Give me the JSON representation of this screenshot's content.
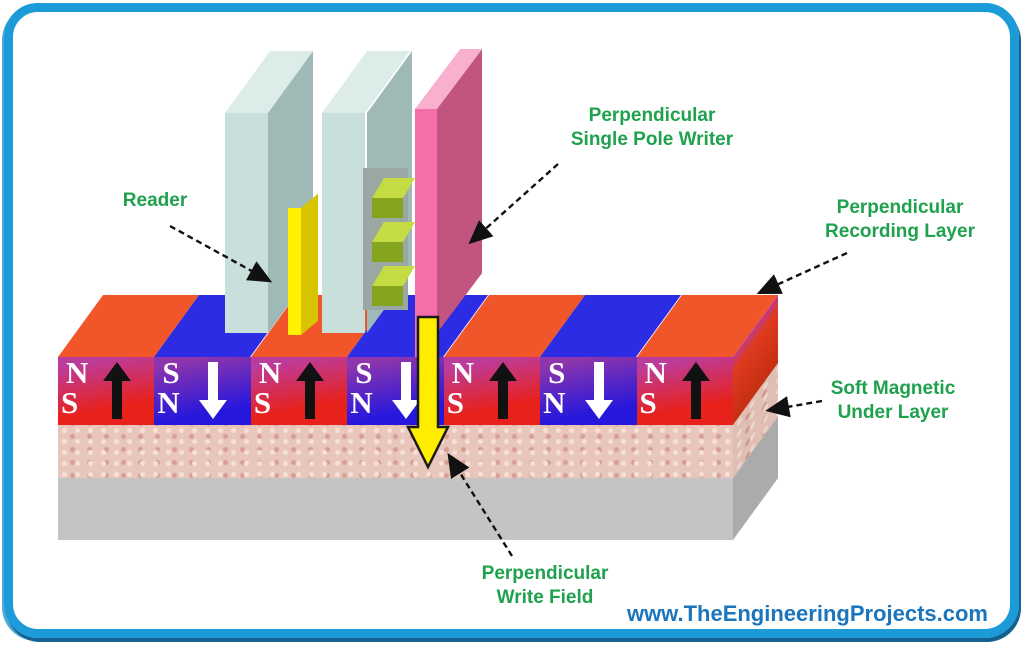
{
  "labels": {
    "reader": "Reader",
    "writer": {
      "line1": "Perpendicular",
      "line2": "Single Pole Writer"
    },
    "recording": {
      "line1": "Perpendicular",
      "line2": "Recording Layer"
    },
    "under": {
      "line1": "Soft Magnetic",
      "line2": "Under Layer"
    },
    "field": {
      "line1": "Perpendicular",
      "line2": "Write Field"
    }
  },
  "watermark": {
    "text": "www.TheEngineeringProjects.com"
  },
  "recording_layer": {
    "segments": [
      {
        "top_letter": "N",
        "bottom_letter": "S",
        "arrow": "up"
      },
      {
        "top_letter": "S",
        "bottom_letter": "N",
        "arrow": "down"
      },
      {
        "top_letter": "N",
        "bottom_letter": "S",
        "arrow": "up"
      },
      {
        "top_letter": "S",
        "bottom_letter": "N",
        "arrow": "down"
      },
      {
        "top_letter": "N",
        "bottom_letter": "S",
        "arrow": "up"
      },
      {
        "top_letter": "S",
        "bottom_letter": "N",
        "arrow": "down"
      },
      {
        "top_letter": "N",
        "bottom_letter": "S",
        "arrow": "up"
      }
    ]
  },
  "theme": {
    "frame_color": "#1C9BD8",
    "frame_shadow": "#15618F",
    "frame_shadow_soft": "#4FA9D2",
    "label_color": "#1FA14E",
    "url_color": "#1B75BC",
    "up_face_bottom": "#E8211A",
    "up_face_top": "#BC3C9C",
    "down_face_bottom": "#2517DC",
    "down_face_top": "#8C35AC",
    "top_stripe_up": "#F1562B",
    "top_stripe_down": "#2C2CE4",
    "rec_right": "#C42F12",
    "under_color": "#E9C6BC",
    "base_color": "#C4C4C4",
    "base_right": "#ABABAB",
    "slab_front": "#C8DFDB",
    "slab_top": "#DCEDE9",
    "slab_side": "#9FBAB6",
    "reader_front": "#FFF101",
    "reader_side": "#D8C400",
    "pole_gray": "#9AA7A3",
    "coil_front": "#84A41E",
    "coil_top": "#C5DB43",
    "writer_front": "#F46FA9",
    "writer_top": "#F9AFCE",
    "writer_side": "#C2557F",
    "write_arrow_fill": "#FFED00"
  }
}
